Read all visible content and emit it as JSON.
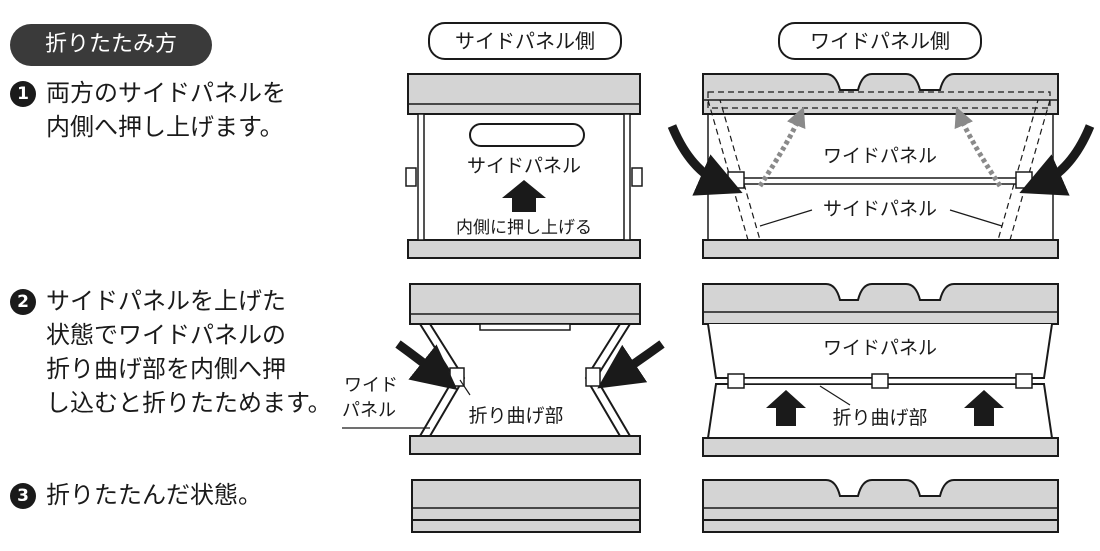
{
  "header": {
    "title": "折りたたみ方"
  },
  "steps": [
    {
      "number": "1",
      "lines": [
        "両方のサイドパネルを",
        "内側へ押し上げます。"
      ]
    },
    {
      "number": "2",
      "lines": [
        "サイドパネルを上げた",
        "状態でワイドパネルの",
        "折り曲げ部を内側へ押",
        "し込むと折りたためます。"
      ]
    },
    {
      "number": "3",
      "lines": [
        "折りたたんだ状態。"
      ]
    }
  ],
  "columns": {
    "side": "サイドパネル側",
    "wide": "ワイドパネル側"
  },
  "labels": {
    "side_panel": "サイドパネル",
    "push_up_inward": "内側に押し上げる",
    "wide_panel": "ワイドパネル",
    "side_panel_2": "サイドパネル",
    "wide_panel_left_line1": "ワイド",
    "wide_panel_left_line2": "パネル",
    "fold_part": "折り曲げ部",
    "wide_panel_2": "ワイドパネル",
    "fold_part_2": "折り曲げ部"
  },
  "colors": {
    "box_fill": "#d4d4d4",
    "stroke": "#1a1a1a",
    "badge": "#3a3a3a",
    "dashed_arrow": "#8a8a8a"
  }
}
